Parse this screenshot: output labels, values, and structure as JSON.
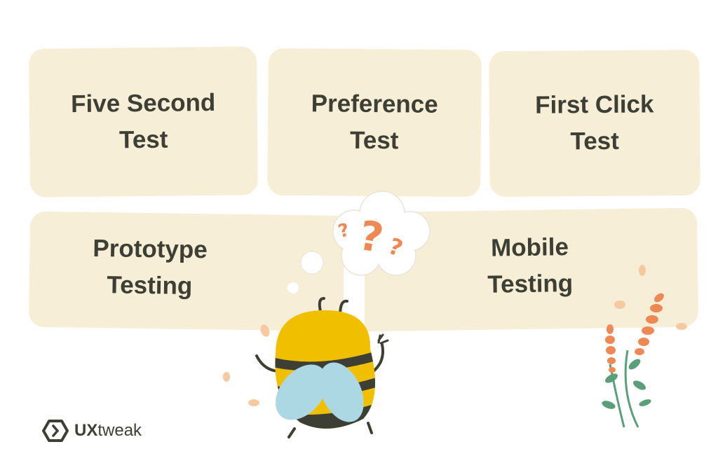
{
  "cards": [
    {
      "label": "Five Second\nTest"
    },
    {
      "label": "Preference\nTest"
    },
    {
      "label": "First Click\nTest"
    },
    {
      "label": "Prototype\nTesting"
    },
    {
      "label": "Mobile\nTesting"
    }
  ],
  "logo": {
    "brand_bold": "UX",
    "brand_rest": "tweak"
  },
  "colors": {
    "card": "#f6eed6",
    "text": "#3e3f34",
    "bee_yellow": "#f0c000",
    "wing": "#acd8e4",
    "accent": "#ee8855"
  }
}
